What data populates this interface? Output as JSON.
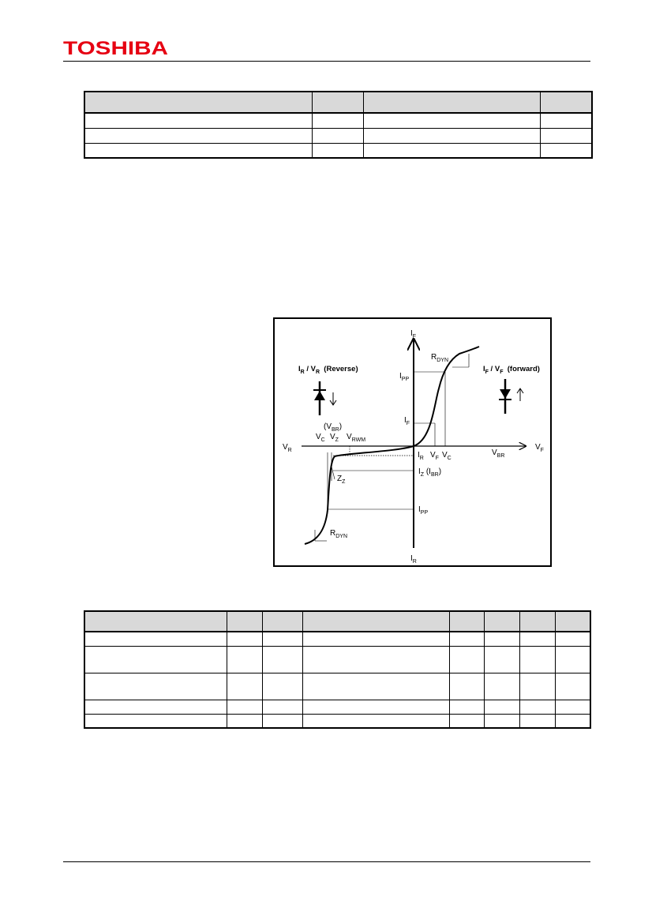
{
  "header": {
    "brand": "TOSHIBA",
    "brand_color": "#e60012"
  },
  "table1": {
    "rows": 4,
    "columns": 4,
    "cells": []
  },
  "table2": {
    "rows": 6,
    "columns": 8,
    "cells": []
  },
  "diagram": {
    "axis_labels": {
      "IF_main": "I",
      "IF_sub": "F",
      "IR_main": "I",
      "IR_sub": "R",
      "VR_main": "V",
      "VR_sub": "R",
      "VF_main": "V",
      "VF_sub": "F"
    },
    "reverse_label": {
      "a": "I",
      "a_sub": "R",
      "b": " / V",
      "b_sub": "R",
      "c": "  (Reverse)"
    },
    "forward_label": {
      "a": "I",
      "a_sub": "F",
      "b": " / V",
      "b_sub": "F",
      "c": "  (forward)"
    },
    "labels": {
      "rdyn_top": {
        "main": "R",
        "sub": "DYN"
      },
      "ipp_top": {
        "main": "I",
        "sub": "PP"
      },
      "if_mid": {
        "main": "I",
        "sub": "F"
      },
      "vbr_paren": {
        "pre": "(V",
        "sub": "BR",
        "post": ")"
      },
      "vc_left": {
        "main": "V",
        "sub": "C"
      },
      "vz_left": {
        "main": "V",
        "sub": "Z"
      },
      "vrwm": {
        "main": "V",
        "sub": "RWM"
      },
      "ir_right": {
        "main": "I",
        "sub": "R"
      },
      "vf_right": {
        "main": "V",
        "sub": "F"
      },
      "vc_right": {
        "main": "V",
        "sub": "C"
      },
      "vbr_right": {
        "main": "V",
        "sub": "BR"
      },
      "iz_ibr": {
        "main": "I",
        "sub": "Z",
        "mid": " (I",
        "sub2": "BR",
        "post": ")"
      },
      "zz": {
        "main": "Z",
        "sub": "Z"
      },
      "ipp_bottom": {
        "main": "I",
        "sub": "PP"
      },
      "rdyn_bottom": {
        "main": "R",
        "sub": "DYN"
      }
    }
  }
}
